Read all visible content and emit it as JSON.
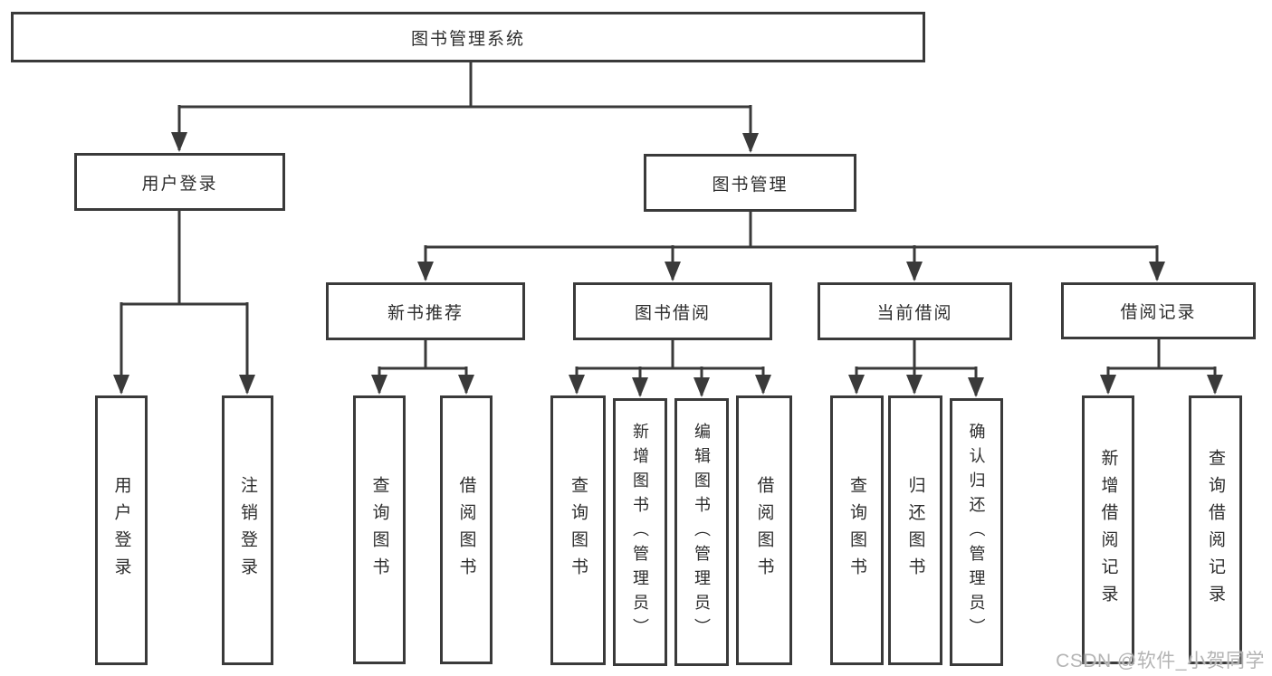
{
  "diagram": {
    "root": {
      "label": "图书管理系统"
    },
    "branches": [
      {
        "label": "用户登录",
        "children": [
          {
            "label": "用户登录"
          },
          {
            "label": "注销登录"
          }
        ]
      },
      {
        "label": "图书管理",
        "children": [
          {
            "label": "新书推荐",
            "children": [
              {
                "label": "查询图书"
              },
              {
                "label": "借阅图书"
              }
            ]
          },
          {
            "label": "图书借阅",
            "children": [
              {
                "label": "查询图书"
              },
              {
                "label": "新增图书（管理员）"
              },
              {
                "label": "编辑图书（管理员）"
              },
              {
                "label": "借阅图书"
              }
            ]
          },
          {
            "label": "当前借阅",
            "children": [
              {
                "label": "查询图书"
              },
              {
                "label": "归还图书"
              },
              {
                "label": "确认归还（管理员）"
              }
            ]
          },
          {
            "label": "借阅记录",
            "children": [
              {
                "label": "新增借阅记录"
              },
              {
                "label": "查询借阅记录"
              }
            ]
          }
        ]
      }
    ]
  },
  "watermark": {
    "text": "CSDN @软件_小贺同学"
  },
  "colors": {
    "line": "#3a3a3a",
    "text": "#2d2d2d",
    "background": "#ffffff",
    "watermark": "#b4b4b4"
  }
}
